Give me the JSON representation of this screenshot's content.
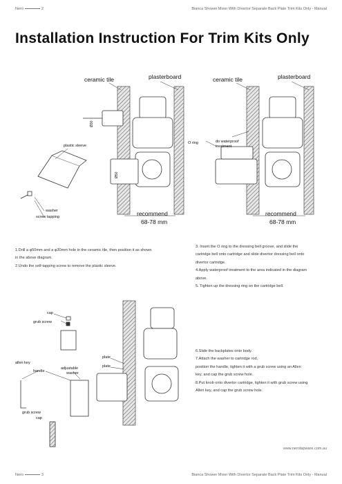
{
  "header": {
    "brand": "Nero",
    "page_number": "2",
    "document_title": "Bianca Shower Mixer With Divertor Separate Back Plate Trim Kits Only - Manual"
  },
  "title": "Installation Instruction For Trim Kits Only",
  "diagram1": {
    "ceramic_tile": "ceramic tile",
    "plasterboard": "plasterboard",
    "plastic_sleeve": "plastic sleeve",
    "washer": "washer",
    "screw_tapping": "screw tapping",
    "dim_30": "Ø30",
    "dim_50": "Ø50",
    "recommend": "recommend",
    "range": "68-78 mm"
  },
  "diagram2": {
    "ceramic_tile": "ceramic tile",
    "plasterboard": "plasterboard",
    "o_ring": "O ring",
    "waterproof_1": "do waterproof",
    "waterproof_2": "treatment",
    "recommend": "recommend",
    "range": "68-78 mm"
  },
  "diagram3": {
    "cap_top": "cap",
    "grub_screw_top": "grub screw",
    "allen_key": "allen key",
    "handle": "handle",
    "adjustable": "adjustable",
    "washer": "washer",
    "grub_screw_bottom": "grub screw",
    "cap_bottom": "cap",
    "plate_1": "plate",
    "plate_2": "plate"
  },
  "steps_left": [
    "1.Drill a φ50mm and a φ30mm hole in the ceramic tile, then position it as shown",
    "in the above diagram.",
    "2.Undo the self-tapping screw to remove the plastic sleeve."
  ],
  "steps_right": [
    "3.  Insert the O ring to the dressing bell groove, and slide the",
    "cartridge bell onto cartridge and slide divertor dressing bell onto",
    "divertor cartridge.",
    "4.Apply waterproof treatment to the area indicated in the diagram",
    "above.",
    "5.  Tighten up the dressing ring on the cartridge bell."
  ],
  "steps_bottom": [
    "6.Slide the backplates onto body.",
    "7.Attach the washer to cartridge rod,",
    "position the handle, tighten it with a grub screw using an Allen",
    "key, and cap the grub screw hole.",
    "8.Put knob onto divertor cartridge, tighten it with grub screw using",
    "Allen key, and cap the grub screw hole."
  ],
  "footer": {
    "url": "www.nerotapware.com.au",
    "brand": "Nero",
    "page_number": "3",
    "document_title": "Bianca Shower Mixer With Divertor Separate Back Plate Trim Kits Only - Manual"
  }
}
